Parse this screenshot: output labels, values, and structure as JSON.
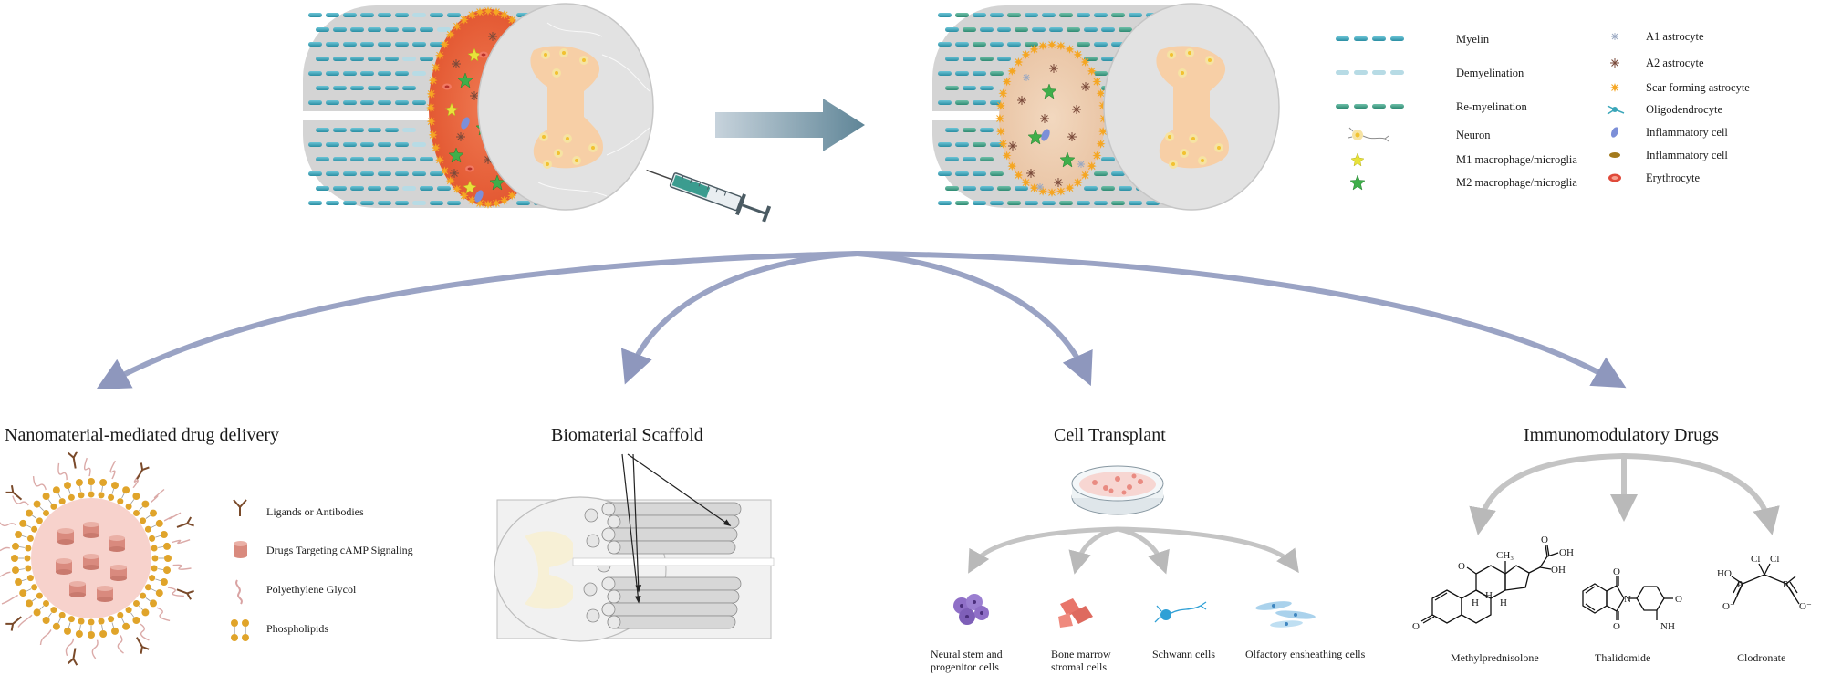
{
  "legend_right": {
    "myelin": "Myelin",
    "demyelination": "Demyelination",
    "remyelination": "Re-myelination",
    "neuron": "Neuron",
    "m1": "M1 macrophage/microglia",
    "m2": "M2 macrophage/microglia",
    "a1": "A1 astrocyte",
    "a2": "A2 astrocyte",
    "scar": "Scar forming astrocyte",
    "oligo": "Oligodendrocyte",
    "inflam1": "Inflammatory cell",
    "inflam2": "Inflammatory cell",
    "erythrocyte": "Erythrocyte"
  },
  "sections": {
    "nano": "Nanomaterial-mediated drug delivery",
    "scaffold": "Biomaterial Scaffold",
    "cell": "Cell Transplant",
    "immuno": "Immunomodulatory Drugs"
  },
  "nano_legend": {
    "ligands": "Ligands or Antibodies",
    "drugs": "Drugs Targeting cAMP Signaling",
    "peg": "Polyethylene Glycol",
    "phospho": "Phospholipids"
  },
  "cells": {
    "nsc_line1": "Neural stem and",
    "nsc_line2": "progenitor cells",
    "bm_line1": "Bone marrow",
    "bm_line2": "stromal cells",
    "schwann": "Schwann cells",
    "olfactory": "Olfactory ensheathing cells"
  },
  "drugs": {
    "methyl": "Methylprednisolone",
    "thalidomide": "Thalidomide",
    "clodronate": "Clodronate"
  },
  "chem_labels": {
    "o": "O",
    "oh": "OH",
    "ho": "HO",
    "h": "H",
    "ch3": "CH₃",
    "nh": "NH",
    "n": "N",
    "cl": "Cl",
    "p": "P",
    "o_minus": "O⁻"
  },
  "colors": {
    "myelin": "#3aa6b9",
    "demyelin": "#a9d3df",
    "remyelin": "#3fa08b",
    "lesion": "#e8643e",
    "scar": "#f5a623",
    "cord": "#d6d6d6",
    "greymatter": "#f7cfa6",
    "arrow": "#9aa3c4",
    "arrow_grey": "#bdbdbd"
  }
}
